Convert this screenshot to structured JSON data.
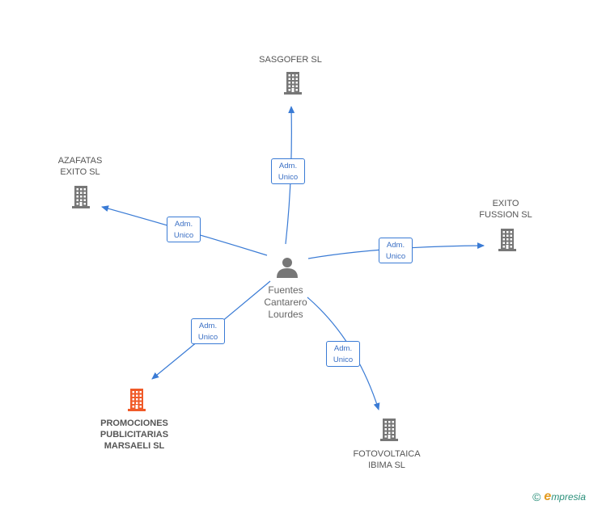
{
  "colors": {
    "edge": "#3a7bd5",
    "building": "#777777",
    "building_highlight": "#f05a28",
    "person": "#777777"
  },
  "center": {
    "name_lines": [
      "Fuentes",
      "Cantarero",
      "Lourdes"
    ],
    "icon": "person-icon"
  },
  "companies": [
    {
      "id": "sasgofer",
      "name_lines": [
        "SASGOFER SL"
      ],
      "icon": "building-icon",
      "highlight": false
    },
    {
      "id": "azafatas",
      "name_lines": [
        "AZAFATAS",
        "EXITO SL"
      ],
      "icon": "building-icon",
      "highlight": false
    },
    {
      "id": "exito-fussion",
      "name_lines": [
        "EXITO",
        "FUSSION SL"
      ],
      "icon": "building-icon",
      "highlight": false
    },
    {
      "id": "promociones",
      "name_lines": [
        "PROMOCIONES",
        "PUBLICITARIAS",
        "MARSAELI SL"
      ],
      "icon": "building-icon",
      "highlight": true
    },
    {
      "id": "fotovoltaica",
      "name_lines": [
        "FOTOVOLTAICA",
        "IBIMA SL"
      ],
      "icon": "building-icon",
      "highlight": false
    }
  ],
  "edges": [
    {
      "to": "sasgofer",
      "label_lines": [
        "Adm.",
        "Unico"
      ]
    },
    {
      "to": "azafatas",
      "label_lines": [
        "Adm.",
        "Unico"
      ]
    },
    {
      "to": "exito-fussion",
      "label_lines": [
        "Adm.",
        "Unico"
      ]
    },
    {
      "to": "promociones",
      "label_lines": [
        "Adm.",
        "Unico"
      ]
    },
    {
      "to": "fotovoltaica",
      "label_lines": [
        "Adm.",
        "Unico"
      ]
    }
  ],
  "footer": {
    "copyright_symbol": "©",
    "brand_initial": "e",
    "brand_rest": "mpresia"
  }
}
